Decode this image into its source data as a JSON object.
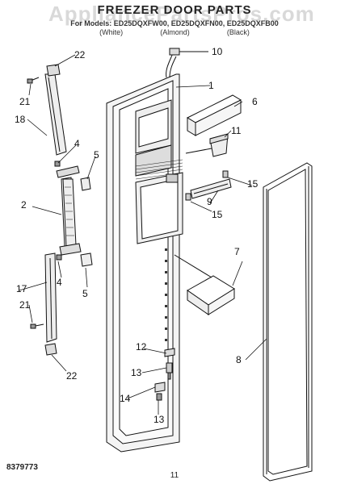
{
  "header": {
    "title": "FREEZER DOOR PARTS",
    "watermark": "AppliancePartsPros.com",
    "models_line": "For Models: ED25DQXFW00, ED25DQXFN00, ED25DQXFB00",
    "color_white": "(White)",
    "color_almond": "(Almond)",
    "color_black": "(Black)"
  },
  "callouts": {
    "c1": "1",
    "c2": "2",
    "c4a": "4",
    "c4b": "4",
    "c5a": "5",
    "c5b": "5",
    "c6": "6",
    "c7": "7",
    "c8": "8",
    "c9": "9",
    "c10": "10",
    "c11": "11",
    "c12": "12",
    "c13a": "13",
    "c13b": "13",
    "c14": "14",
    "c15a": "15",
    "c15b": "15",
    "c17": "17",
    "c18": "18",
    "c21a": "21",
    "c21b": "21",
    "c22a": "22",
    "c22b": "22"
  },
  "footer": {
    "doc_number": "8379773",
    "page_number": "11"
  }
}
